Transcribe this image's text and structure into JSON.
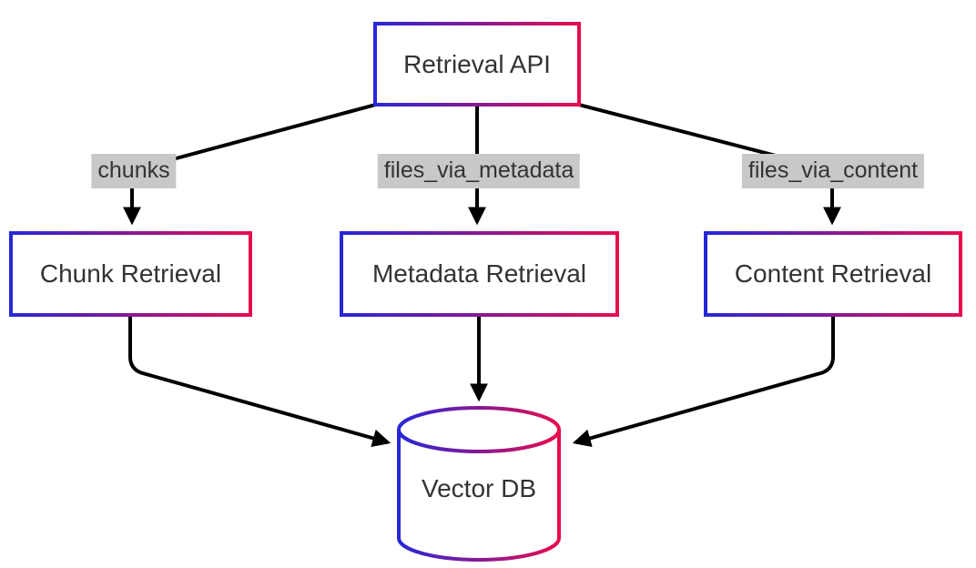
{
  "diagram": {
    "type": "flowchart",
    "direction": "top-down",
    "background": "#ffffff",
    "gradient": {
      "start": "#2727d7",
      "end": "#e80c4e"
    },
    "edge_color": "#000000",
    "text_color": "#333333",
    "edge_label_bg": "#c8c8c8",
    "nodes": {
      "retrieval_api": {
        "label": "Retrieval API",
        "shape": "rect"
      },
      "chunk_retrieval": {
        "label": "Chunk Retrieval",
        "shape": "rect"
      },
      "metadata_retrieval": {
        "label": "Metadata Retrieval",
        "shape": "rect"
      },
      "content_retrieval": {
        "label": "Content Retrieval",
        "shape": "rect"
      },
      "vector_db": {
        "label": "Vector DB",
        "shape": "cylinder"
      }
    },
    "edges": [
      {
        "from": "Retrieval API",
        "to": "Chunk Retrieval",
        "label": "chunks"
      },
      {
        "from": "Retrieval API",
        "to": "Metadata Retrieval",
        "label": "files_via_metadata"
      },
      {
        "from": "Retrieval API",
        "to": "Content Retrieval",
        "label": "files_via_content"
      },
      {
        "from": "Chunk Retrieval",
        "to": "Vector DB",
        "label": ""
      },
      {
        "from": "Metadata Retrieval",
        "to": "Vector DB",
        "label": ""
      },
      {
        "from": "Content Retrieval",
        "to": "Vector DB",
        "label": ""
      }
    ]
  }
}
